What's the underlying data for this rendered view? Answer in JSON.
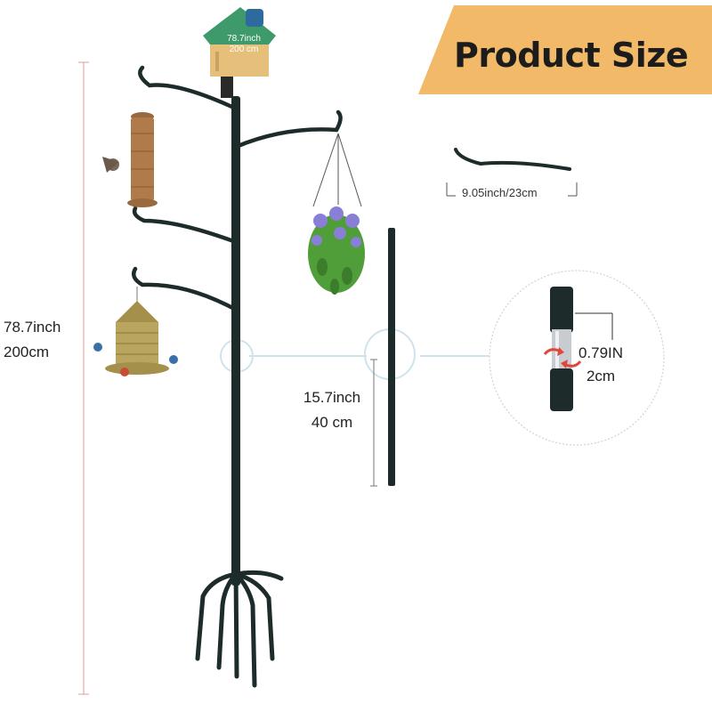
{
  "banner": {
    "title": "Product Size",
    "color": "#f2b968"
  },
  "dimensions": {
    "total_height_in": "78.7inch",
    "total_height_cm": "200cm",
    "top_label_in": "78.7inch",
    "top_label_cm": "200 cm",
    "arm_length": "9.05inch/23cm",
    "segment_length_in": "15.7inch",
    "segment_length_cm": "40 cm",
    "diameter_in": "0.79IN",
    "diameter_cm": "2cm"
  },
  "colors": {
    "pole": "#1e2b2b",
    "roof": "#3e9a6a",
    "box": "#e6c07a",
    "flowers": "#8a7fd6",
    "leaves": "#4f9e3a",
    "feeder": "#b07a4a",
    "lantern": "#a48f4b",
    "twist_arrows": "#e2463a"
  },
  "icons": [
    "birdhouse-icon",
    "tube-feeder-icon",
    "hanging-plant-icon",
    "lantern-feeder-icon",
    "bird-icon",
    "twist-arrows-icon"
  ]
}
